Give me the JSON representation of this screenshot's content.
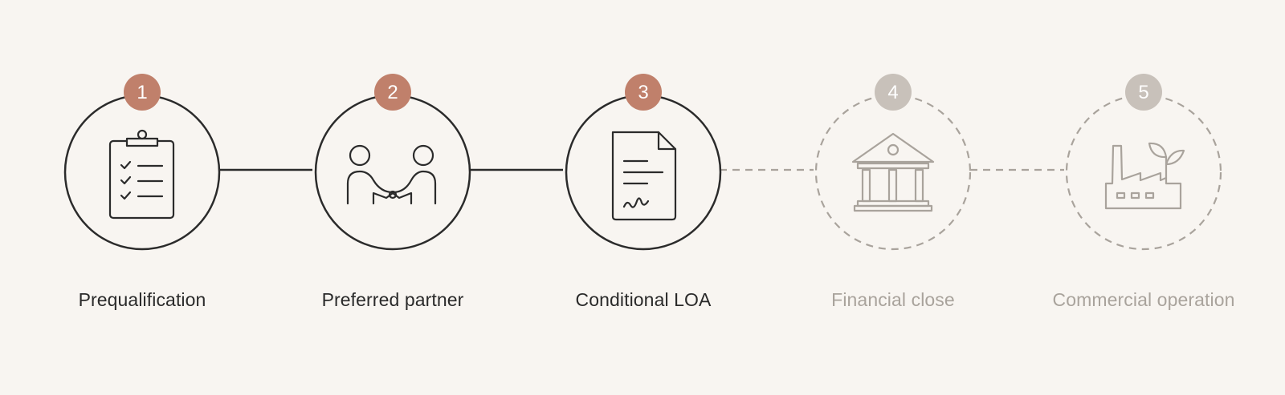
{
  "steps": [
    {
      "number": "1",
      "label": "Prequalification",
      "status": "complete",
      "icon": "clipboard-checklist-icon"
    },
    {
      "number": "2",
      "label": "Preferred partner",
      "status": "complete",
      "icon": "handshake-icon"
    },
    {
      "number": "3",
      "label": "Conditional LOA",
      "status": "complete",
      "icon": "signed-document-icon"
    },
    {
      "number": "4",
      "label": "Financial close",
      "status": "pending",
      "icon": "bank-building-icon"
    },
    {
      "number": "5",
      "label": "Commercial operation",
      "status": "pending",
      "icon": "factory-plant-icon"
    }
  ],
  "colors": {
    "background": "#f8f5f1",
    "active_stroke": "#2b2b2b",
    "active_badge": "#c0806b",
    "pending_stroke": "#a9a39c",
    "pending_badge": "#c8c1ba"
  }
}
